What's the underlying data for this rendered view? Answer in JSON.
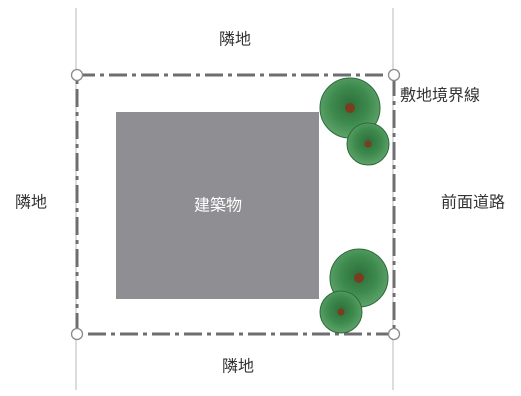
{
  "labels": {
    "neighbor_top": "隣地",
    "neighbor_left": "隣地",
    "neighbor_bottom": "隣地",
    "front_road": "前面道路",
    "boundary_line": "敷地境界線",
    "building": "建築物"
  },
  "colors": {
    "building_fill": "#8f8f93",
    "boundary_stroke": "#6e6e70",
    "ref_line": "#b9b9b9",
    "tree_outer": "#3f8a4f",
    "tree_inner": "#2c6b3b",
    "tree_trunk": "#7a3d1e",
    "text": "#333333"
  }
}
